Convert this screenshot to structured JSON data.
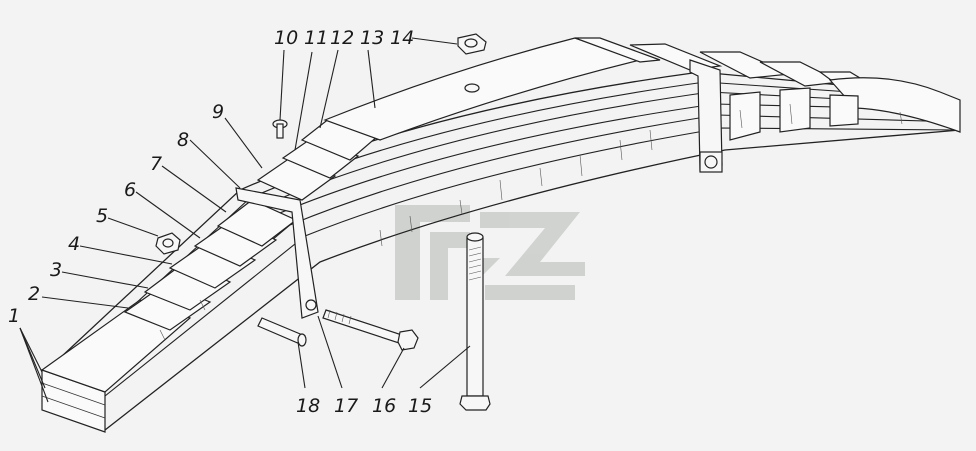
{
  "callouts": [
    {
      "number": "1"
    },
    {
      "number": "2"
    },
    {
      "number": "3"
    },
    {
      "number": "4"
    },
    {
      "number": "5"
    },
    {
      "number": "6"
    },
    {
      "number": "7"
    },
    {
      "number": "8"
    },
    {
      "number": "9"
    },
    {
      "number": "10"
    },
    {
      "number": "11"
    },
    {
      "number": "12"
    },
    {
      "number": "13"
    },
    {
      "number": "14"
    },
    {
      "number": "15"
    },
    {
      "number": "16"
    },
    {
      "number": "17"
    },
    {
      "number": "18"
    }
  ],
  "colors": {
    "line": "#222222",
    "background": "#f3f3f3",
    "watermark": "#c8ccc8"
  },
  "icons": [
    "watermark-logo-icon"
  ]
}
